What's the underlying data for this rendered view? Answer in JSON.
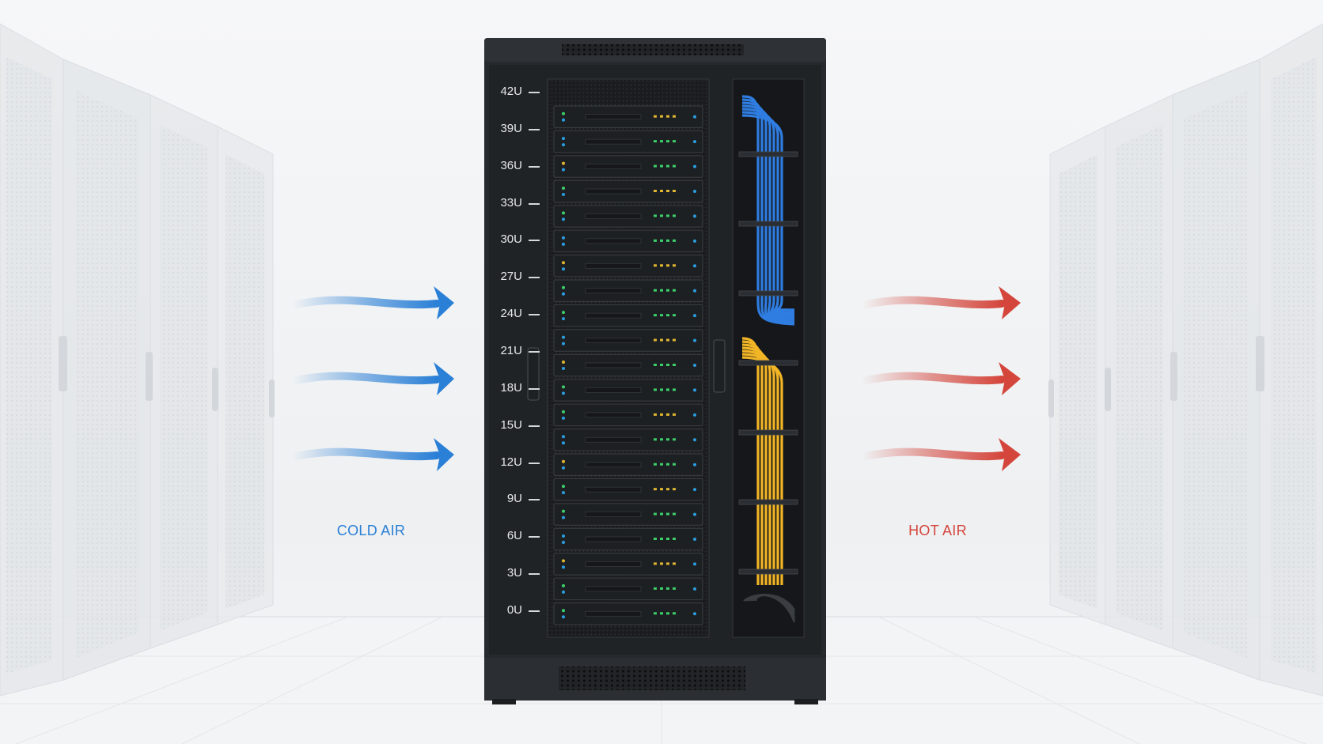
{
  "labels": {
    "cold_air": "COLD AIR",
    "hot_air": "HOT AIR"
  },
  "rack": {
    "units": [
      "42U",
      "39U",
      "36U",
      "33U",
      "30U",
      "27U",
      "24U",
      "21U",
      "18U",
      "15U",
      "12U",
      "9U",
      "6U",
      "3U",
      "0U"
    ]
  },
  "colors": {
    "cold": "#2a7fd6",
    "hot": "#d4463c",
    "cable_blue": "#2f7de1",
    "cable_yellow": "#f2b526",
    "rack_body": "#25282c",
    "server_face": "#1c1f22"
  },
  "icons": {
    "cold_arrow": "arrow-right-icon",
    "hot_arrow": "arrow-right-icon"
  }
}
